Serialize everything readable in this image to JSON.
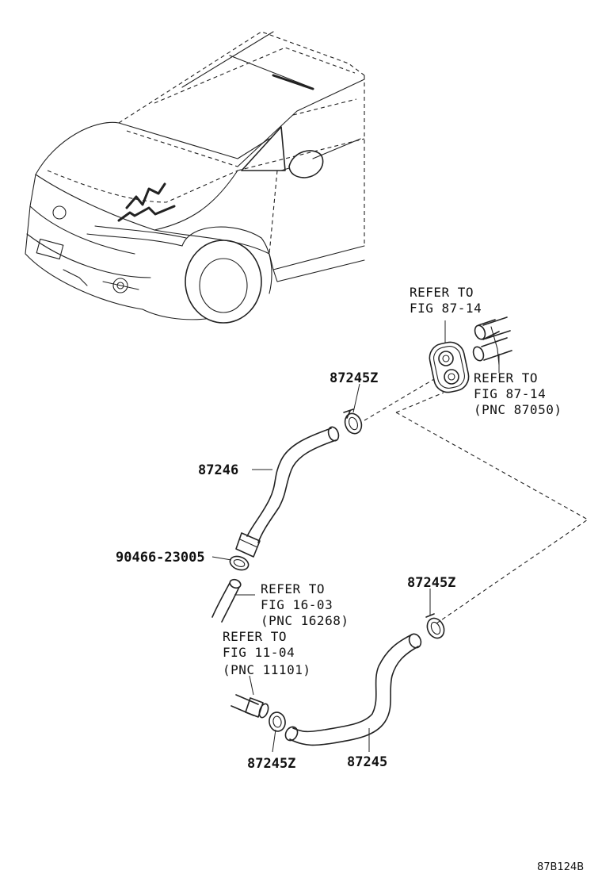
{
  "labels": {
    "refer_grommet_line1": "REFER TO",
    "refer_grommet_line2": "FIG 87-14",
    "refer_pipes_line1": "REFER TO",
    "refer_pipes_line2": "FIG 87-14",
    "refer_pipes_line3": "(PNC 87050)",
    "clamp_upper": "87245Z",
    "hose_upper": "87246",
    "clip": "90466-23005",
    "refer_pipe_line1": "REFER TO",
    "refer_pipe_line2": "FIG 16-03",
    "refer_pipe_line3": "(PNC 16268)",
    "clamp_middle": "87245Z",
    "refer_engine_line1": "REFER TO",
    "refer_engine_line2": "FIG 11-04",
    "refer_engine_line3": "(PNC 11101)",
    "clamp_lower": "87245Z",
    "hose_lower": "87245",
    "diagram_code": "87B124B"
  }
}
